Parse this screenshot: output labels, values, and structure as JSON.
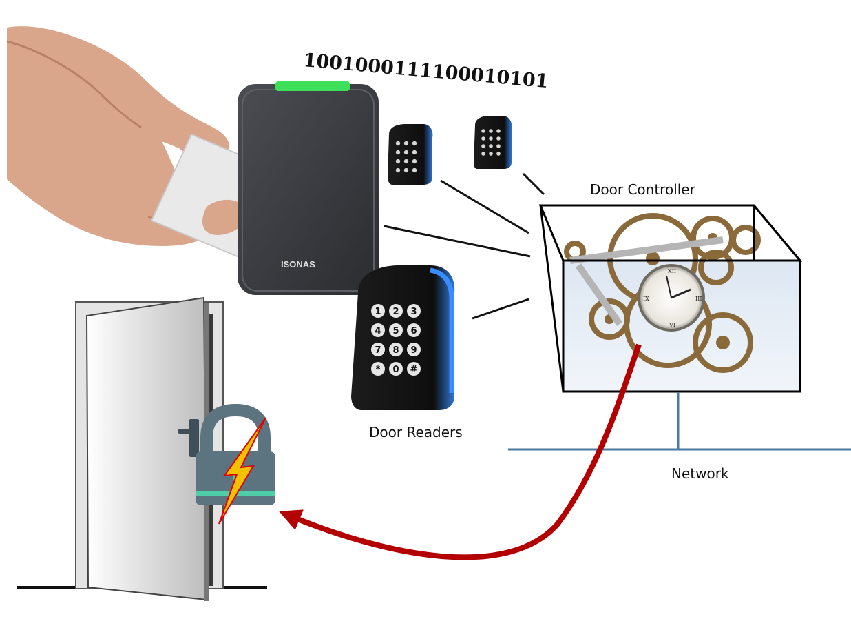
{
  "labels": {
    "door_controller": "Door Controller",
    "door_readers": "Door Readers",
    "network": "Network",
    "binary_stream": "1001000111100010101",
    "reader_brand": "ISONAS"
  },
  "keypad_keys": [
    "1",
    "2",
    "3",
    "4",
    "5",
    "6",
    "7",
    "8",
    "9",
    "*",
    "0",
    "#"
  ],
  "colors": {
    "signal_arrow": "#b30000",
    "network_line": "#4a7aa3",
    "reader_led": "#3ee05a",
    "keypad_accent": "#2f78d8",
    "lightning": "#f2c200",
    "lock_body": "#5c7380",
    "lock_stripe": "#4ecda6"
  },
  "icons": {
    "hand": "hand-holding-card-icon",
    "card": "access-card-icon",
    "lock": "padlock-icon",
    "lightning": "lightning-bolt-icon",
    "clock": "clock-icon",
    "gears": "gear-icon"
  }
}
